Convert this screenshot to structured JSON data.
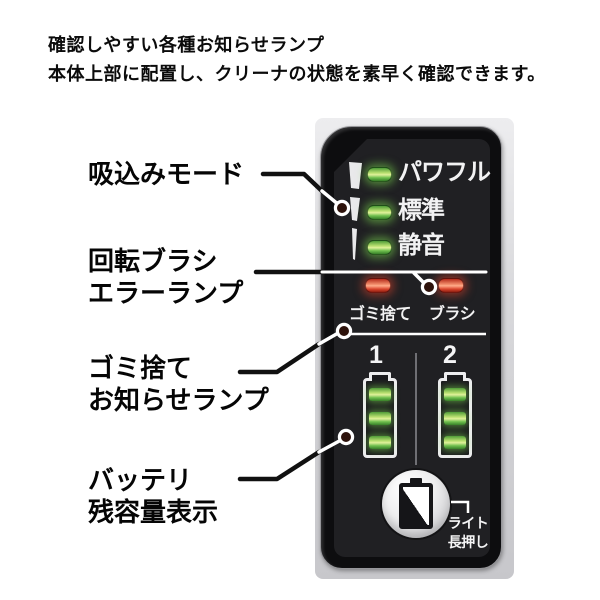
{
  "title": {
    "line1": "確認しやすい各種お知らせランプ",
    "line2": "本体上部に配置し、クリーナの状態を素早く確認できます。"
  },
  "callouts": {
    "suction_mode": {
      "line1": "吸込みモード"
    },
    "brush_error": {
      "line1": "回転ブラシ",
      "line2": "エラーランプ"
    },
    "dust_notice": {
      "line1": "ゴミ捨て",
      "line2": "お知らせランプ"
    },
    "battery_level": {
      "line1": "バッテリ",
      "line2": "残容量表示"
    }
  },
  "panel": {
    "modes": [
      {
        "label": "パワフル",
        "led": "green-on"
      },
      {
        "label": "標準",
        "led": "green-on"
      },
      {
        "label": "静音",
        "led": "green-on"
      }
    ],
    "lamps": [
      {
        "label": "ゴミ捨て",
        "led": "red-on"
      },
      {
        "label": "ブラシ",
        "led": "red-on"
      }
    ],
    "batteries": [
      {
        "number": "1",
        "bars_lit": 3
      },
      {
        "number": "2",
        "bars_lit": 3
      }
    ],
    "light_button": {
      "label_line1": "ライト",
      "label_line2": "長押し"
    }
  },
  "colors": {
    "led_green": "#7ed24f",
    "led_red": "#e8462e",
    "panel_black": "#202023",
    "body_gray": "#d8d8db",
    "callout_line": "#111111"
  }
}
